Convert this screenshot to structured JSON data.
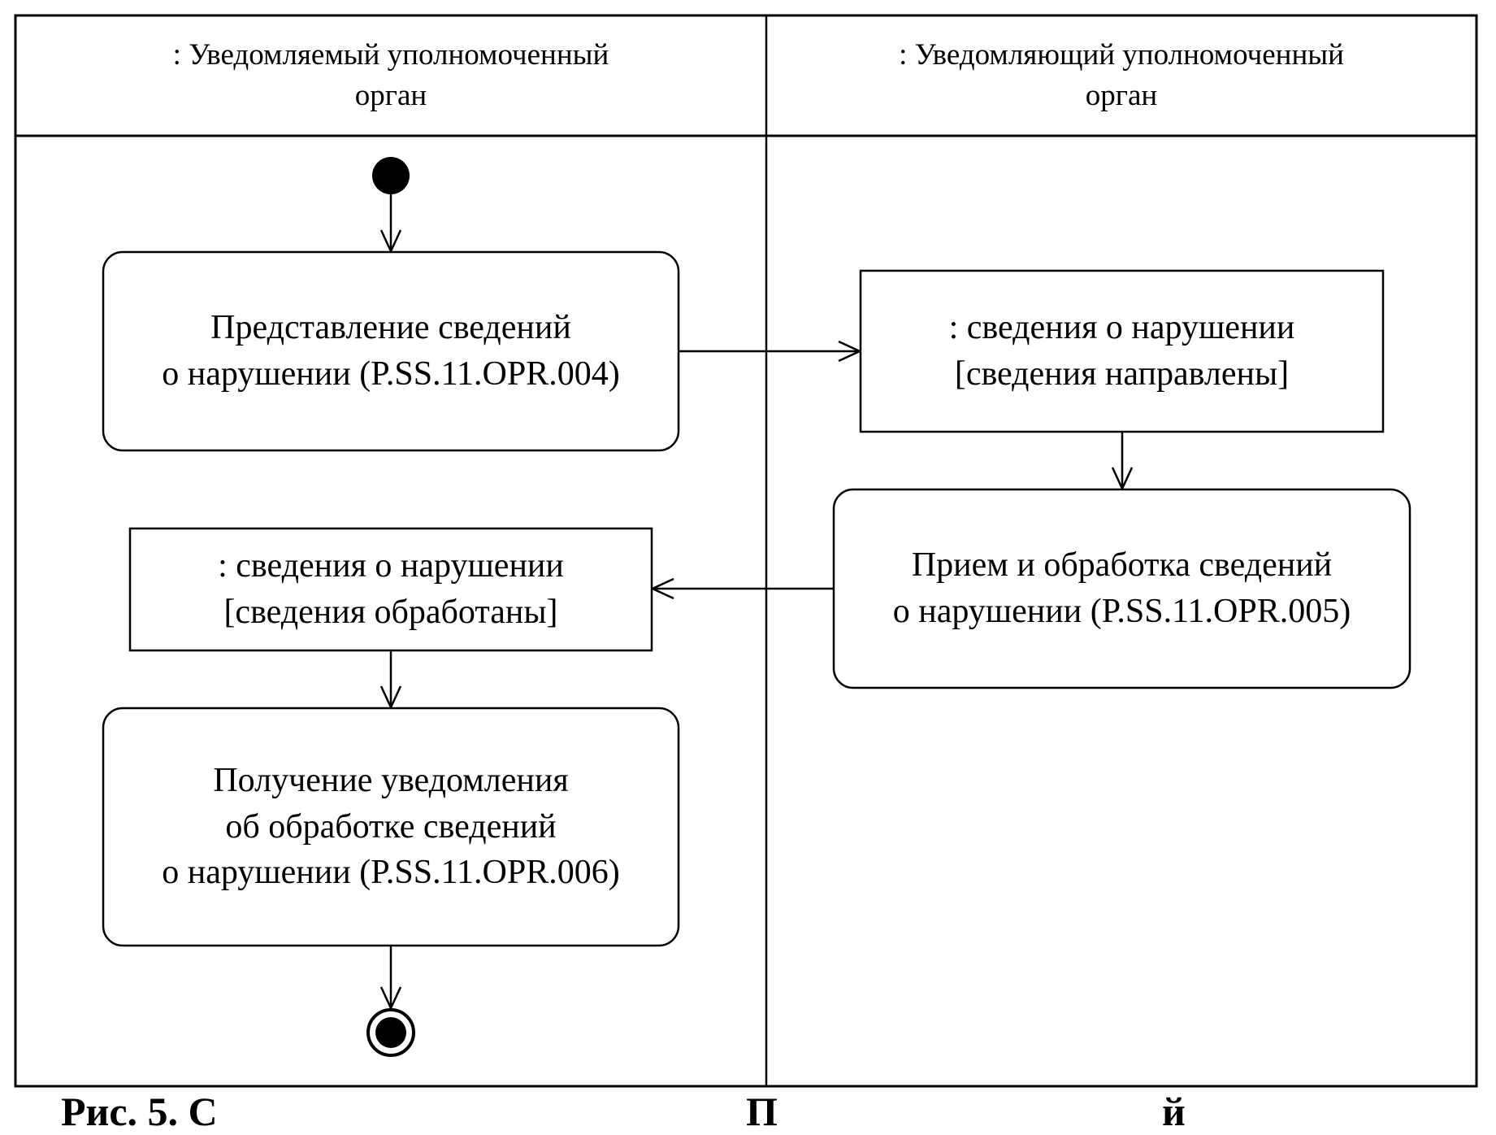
{
  "swimlanes": [
    {
      "title": ": Уведомляемый уполномоченный орган",
      "line1": ": Уведомляемый уполномоченный",
      "line2": "орган"
    },
    {
      "title": ": Уведомляющий уполномоченный орган",
      "line1": ": Уведомляющий уполномоченный",
      "line2": "орган"
    }
  ],
  "nodes": {
    "action1": {
      "line1": "Представление сведений",
      "line2": "о нарушении (P.SS.11.OPR.004)"
    },
    "object1": {
      "line1": ": сведения о нарушении",
      "line2": "[сведения направлены]"
    },
    "action2": {
      "line1": "Прием и обработка сведений",
      "line2": "о нарушении (P.SS.11.OPR.005)"
    },
    "object2": {
      "line1": ": сведения о нарушении",
      "line2": "[сведения обработаны]"
    },
    "action3": {
      "line1": "Получение уведомления",
      "line2": "об обработке сведений",
      "line3": "о нарушении (P.SS.11.OPR.006)"
    }
  },
  "caption_fragments": {
    "left": "Рис. 5. С",
    "mid": "П",
    "right": "й"
  }
}
